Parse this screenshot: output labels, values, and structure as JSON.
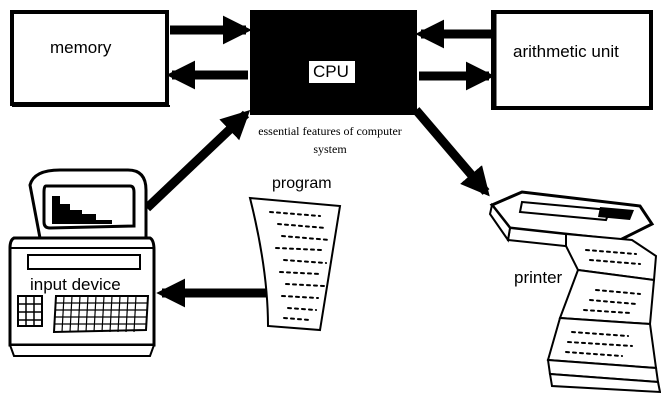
{
  "diagram": {
    "cpu_label": "CPU",
    "memory_label": "memory",
    "arithmetic_label": "arithmetic unit",
    "caption_line1": "essential features of computer",
    "caption_line2": "system",
    "program_label": "program",
    "input_label": "input device",
    "printer_label": "printer"
  }
}
